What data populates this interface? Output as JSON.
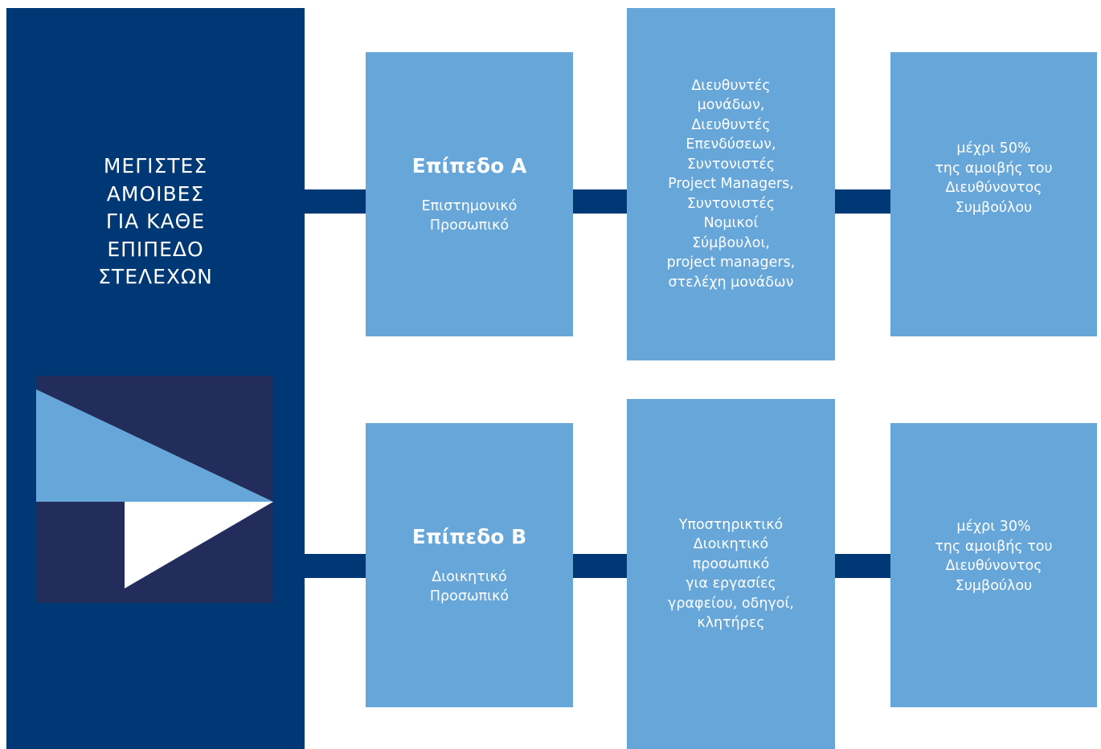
{
  "panel": {
    "title_lines": [
      "ΜΕΓΙΣΤΕΣ",
      "ΑΜΟΙΒΕΣ",
      "ΓΙΑ ΚΑΘΕ",
      "ΕΠΙΠΕΔΟ",
      "ΣΤΕΛΕΧΩΝ"
    ]
  },
  "colors": {
    "dark_navy": "#003875",
    "logo_square": "#232d5c",
    "light_blue": "#66a6d9",
    "white": "#ffffff"
  },
  "rows": [
    {
      "level": "Επίπεδο Α",
      "category_lines": [
        "Επιστημονικό",
        "Προσωπικό"
      ],
      "roles_lines": [
        "Διευθυντές",
        "μονάδων,",
        "Διευθυντές",
        "Επενδύσεων,",
        "Συντονιστές",
        "Project Managers,",
        "Συντονιστές",
        "Νομικοί",
        "Σύμβουλοι,",
        "project managers,",
        "στελέχη μονάδων"
      ],
      "limit_lines": [
        "μέχρι 50%",
        "της αμοιβής του",
        "Διευθύνοντος",
        "Συμβούλου"
      ]
    },
    {
      "level": "Επίπεδο Β",
      "category_lines": [
        "Διοικητικό",
        "Προσωπικό"
      ],
      "roles_lines": [
        "Υποστηρικτικό",
        "Διοικητικό",
        "προσωπικό",
        "για εργασίες",
        "γραφείου, οδηγοί,",
        "κλητήρες"
      ],
      "limit_lines": [
        "μέχρι 30%",
        "της αμοιβής του",
        "Διευθύνοντος",
        "Συμβούλου"
      ]
    }
  ]
}
